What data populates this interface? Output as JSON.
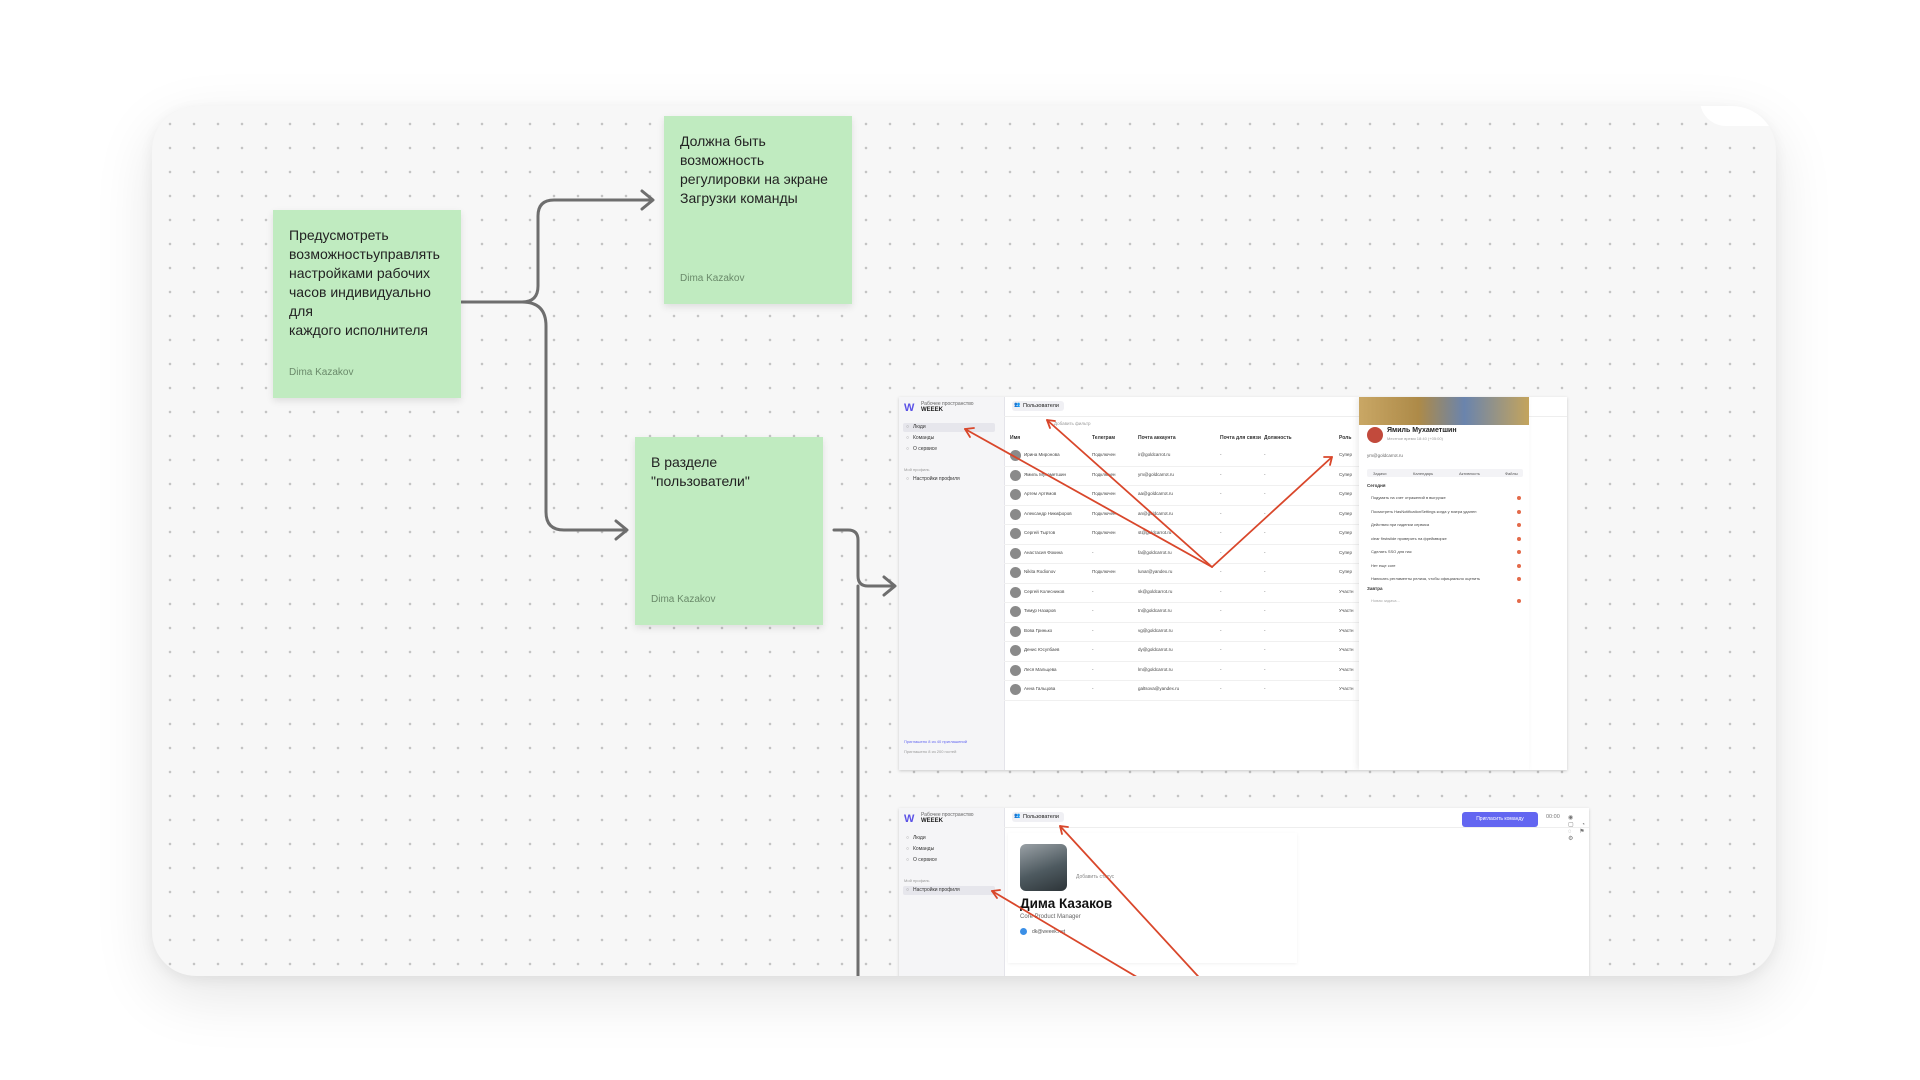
{
  "stickies": [
    {
      "text": "Предусмотреть\nвозможностьуправлять\nнастройками рабочих\nчасов индивидуально для\nкаждого исполнителя",
      "author": "Dima Kazakov"
    },
    {
      "text": "Должна быть\nвозможность\nрегулировки на экране\nЗагрузки команды",
      "author": "Dima Kazakov"
    },
    {
      "text": "В разделе\n\"пользователи\"",
      "author": "Dima Kazakov"
    }
  ],
  "app": {
    "logo": "W",
    "workspace_label": "Рабочее пространство",
    "workspace_name": "WEEEK",
    "sidebar": {
      "items": [
        "Люди",
        "Команды",
        "О сервисе"
      ],
      "section_label": "Мой профиль",
      "profile_item": "Настройки профиля"
    },
    "breadcrumb": "Пользователи",
    "filter_placeholder": "Добавить фильтр",
    "invite_button": "Пригласить команду",
    "timer": "00:00",
    "invite_limit": "Приглашено 8 из 40 приглашений",
    "invite_limit2": "Приглашено 8 из 200 гостей"
  },
  "users_table": {
    "columns": [
      "Имя",
      "Телеграм",
      "Почта аккаунта",
      "Почта для связи",
      "Должность",
      "Роль"
    ],
    "rows": [
      {
        "name": "Ирина Миронова",
        "telegram": "Подключен",
        "email": "ir@goldcarrot.ru",
        "contact": "-",
        "position": "-",
        "role": "Супер"
      },
      {
        "name": "Ямиль Мухаметшин",
        "telegram": "Подключен",
        "email": "ym@goldcarrot.ru",
        "contact": "-",
        "position": "-",
        "role": "Супер"
      },
      {
        "name": "Артем Артёмов",
        "telegram": "Подключен",
        "email": "aa@goldcarrot.ru",
        "contact": "-",
        "position": "-",
        "role": "Супер"
      },
      {
        "name": "Александр Никифоров",
        "telegram": "Подключен",
        "email": "an@goldcarrot.ru",
        "contact": "-",
        "position": "-",
        "role": "Супер"
      },
      {
        "name": "Сергей Тыртов",
        "telegram": "Подключен",
        "email": "st@goldcarrot.ru",
        "contact": "-",
        "position": "-",
        "role": "Супер"
      },
      {
        "name": "Анастасия Фокина",
        "telegram": "-",
        "email": "fa@goldcarrot.ru",
        "contact": "-",
        "position": "-",
        "role": "Супер"
      },
      {
        "name": "Nikita Rodionov",
        "telegram": "Подключен",
        "email": "lunar@yandex.ru",
        "contact": "-",
        "position": "-",
        "role": "Супер"
      },
      {
        "name": "Сергей Колесников",
        "telegram": "-",
        "email": "sk@goldcarrot.ru",
        "contact": "-",
        "position": "-",
        "role": "Участн"
      },
      {
        "name": "Тимур Назаров",
        "telegram": "-",
        "email": "tn@goldcarrot.ru",
        "contact": "-",
        "position": "-",
        "role": "Участн"
      },
      {
        "name": "Вова Гринько",
        "telegram": "-",
        "email": "vg@goldcarrot.ru",
        "contact": "-",
        "position": "-",
        "role": "Участн"
      },
      {
        "name": "Денис Юсупбаев",
        "telegram": "-",
        "email": "dy@goldcarrot.ru",
        "contact": "-",
        "position": "-",
        "role": "Участн"
      },
      {
        "name": "Леся Мальцева",
        "telegram": "-",
        "email": "lm@goldcarrot.ru",
        "contact": "-",
        "position": "-",
        "role": "Участн"
      },
      {
        "name": "Анна Гальцова",
        "telegram": "-",
        "email": "galtsova@yandex.ru",
        "contact": "-",
        "position": "-",
        "role": "Участн"
      }
    ]
  },
  "profile_panel": {
    "name": "Ямиль Мухаметшин",
    "subtitle": "Местное время 18:40 (+05:00)",
    "email": "ym@goldcarrot.ru",
    "tabs": [
      "Задачи",
      "Календарь",
      "Активность",
      "Файлы"
    ],
    "today_label": "Сегодня",
    "tasks": [
      "Подумать на счет отражений в выгрузке",
      "Посмотреть HasNotificationSettings когда у юзера удален",
      "Действия при падении сервиса",
      "clear firstwiide проверить на фреймворке",
      "Сделать SSO для нас",
      "Нет еще core",
      "Написать регламенты релиза, чтобы официально оценить"
    ],
    "tomorrow_label": "Завтра",
    "new_task_placeholder": "Новая задача..."
  },
  "profile_card": {
    "name": "Дима Казаков",
    "role": "Core Product Manager",
    "email": "dk@weeek.net",
    "add_status": "Добавить статус"
  }
}
